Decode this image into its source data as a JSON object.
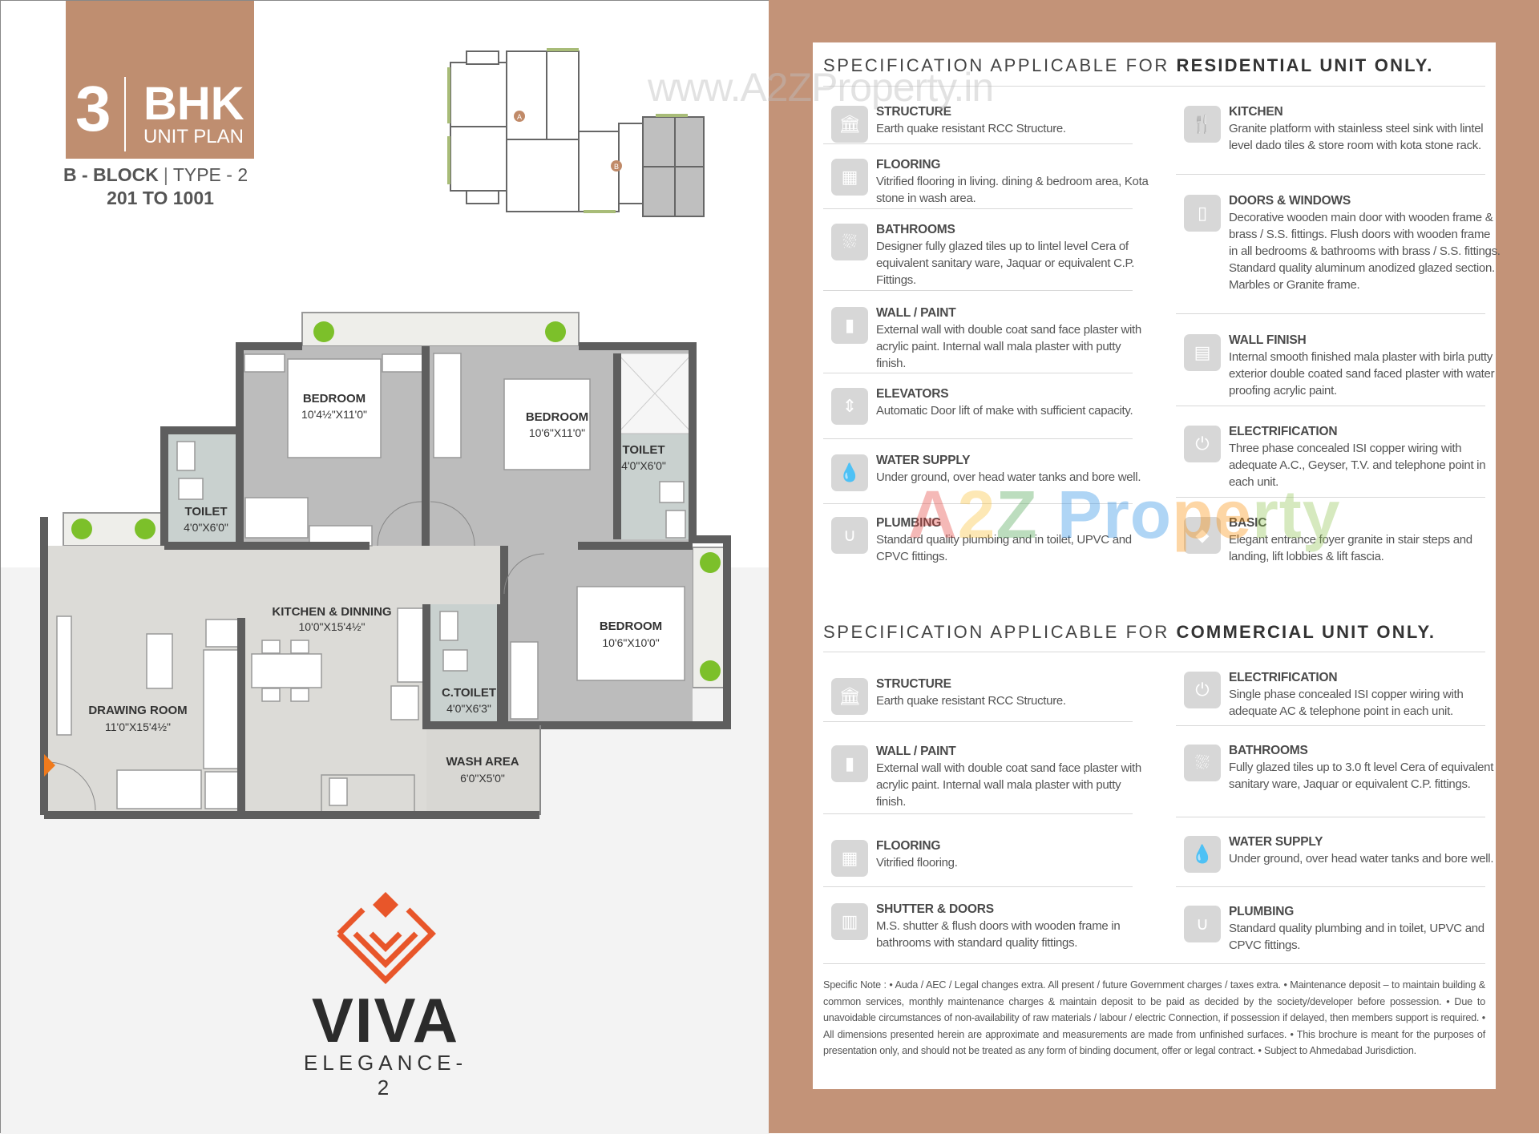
{
  "header": {
    "number": "3",
    "bhk": "BHK",
    "unit_plan": "UNIT PLAN",
    "block": "B - BLOCK",
    "type": "TYPE - 2",
    "units": "201 TO 1001",
    "key_labels": [
      "A",
      "B"
    ]
  },
  "watermarks": {
    "top": "www.A2ZProperty.in",
    "center": "A2Z Property"
  },
  "rooms": [
    {
      "name": "BEDROOM",
      "size": "10'4½\"X11'0\""
    },
    {
      "name": "BEDROOM",
      "size": "10'6\"X11'0\""
    },
    {
      "name": "TOILET",
      "size": "4'0\"X6'0\""
    },
    {
      "name": "TOILET",
      "size": "4'0\"X6'0\""
    },
    {
      "name": "KITCHEN & DINNING",
      "size": "10'0\"X15'4½\""
    },
    {
      "name": "DRAWING ROOM",
      "size": "11'0\"X15'4½\""
    },
    {
      "name": "BEDROOM",
      "size": "10'6\"X10'0\""
    },
    {
      "name": "C.TOILET",
      "size": "4'0\"X6'3\""
    },
    {
      "name": "WASH AREA",
      "size": "6'0\"X5'0\""
    }
  ],
  "logo": {
    "name": "VIVA",
    "sub": "ELEGANCE-2"
  },
  "colors": {
    "brand_brown": "#c39378",
    "header_brown": "#bf8e70",
    "logo_orange": "#e8562a",
    "plant_green": "#7cc02a"
  },
  "residential": {
    "title_light": "SPECIFICATION APPLICABLE FOR ",
    "title_bold": "RESIDENTIAL UNIT ONLY.",
    "left": [
      {
        "icon": "building-icon",
        "title": "STRUCTURE",
        "desc": "Earth quake resistant RCC Structure."
      },
      {
        "icon": "floor-tiles-icon",
        "title": "FLOORING",
        "desc": "Vitrified flooring in living. dining & bedroom area, Kota stone in wash area."
      },
      {
        "icon": "bathtub-icon",
        "title": "BATHROOMS",
        "desc": "Designer fully glazed tiles up to lintel level Cera of equivalent sanitary ware, Jaquar or equivalent C.P. Fittings."
      },
      {
        "icon": "paint-roller-icon",
        "title": "WALL / PAINT",
        "desc": "External wall with double coat sand face plaster with acrylic paint. Internal wall mala plaster with putty finish."
      },
      {
        "icon": "elevator-icon",
        "title": "ELEVATORS",
        "desc": "Automatic Door lift of make with sufficient capacity."
      },
      {
        "icon": "water-drop-icon",
        "title": "WATER SUPPLY",
        "desc": "Under ground, over head water tanks and bore well."
      },
      {
        "icon": "pipe-icon",
        "title": "PLUMBING",
        "desc": "Standard quality plumbing and in toilet, UPVC and CPVC fittings."
      }
    ],
    "right": [
      {
        "icon": "fork-knife-icon",
        "title": "KITCHEN",
        "desc": "Granite platform with stainless steel sink with lintel level dado tiles & store room with kota stone rack."
      },
      {
        "icon": "door-window-icon",
        "title": "DOORS & WINDOWS",
        "desc": "Decorative wooden main door with wooden frame & brass / S.S. fittings. Flush doors with wooden frame in all bedrooms & bathrooms with brass / S.S. fittings. Standard quality aluminum anodized glazed section. Marbles or Granite frame."
      },
      {
        "icon": "brick-wall-icon",
        "title": "WALL FINISH",
        "desc": "Internal smooth finished mala plaster with birla putty exterior double coated sand faced plaster with water proofing acrylic paint."
      },
      {
        "icon": "plug-icon",
        "title": "ELECTRIFICATION",
        "desc": "Three phase concealed ISI copper wiring with adequate A.C., Geyser, T.V. and telephone point in each unit."
      },
      {
        "icon": "tile-icon",
        "title": "BASIC",
        "desc": "Elegant entrance foyer granite in stair steps and landing, lift lobbies & lift fascia."
      }
    ]
  },
  "commercial": {
    "title_light": "SPECIFICATION APPLICABLE FOR ",
    "title_bold": "COMMERCIAL UNIT ONLY.",
    "left": [
      {
        "icon": "building-icon",
        "title": "STRUCTURE",
        "desc": "Earth quake resistant RCC Structure."
      },
      {
        "icon": "paint-roller-icon",
        "title": "WALL / PAINT",
        "desc": "External wall with double coat sand face plaster with acrylic paint. Internal wall mala plaster with putty finish."
      },
      {
        "icon": "floor-tiles-icon",
        "title": "FLOORING",
        "desc": "Vitrified flooring."
      },
      {
        "icon": "shutter-icon",
        "title": "SHUTTER & DOORS",
        "desc": "M.S. shutter & flush doors with wooden frame in bathrooms with standard quality fittings."
      }
    ],
    "right": [
      {
        "icon": "plug-icon",
        "title": "ELECTRIFICATION",
        "desc": "Single phase concealed ISI copper wiring with adequate AC & telephone point in each unit."
      },
      {
        "icon": "bathtub-icon",
        "title": "BATHROOMS",
        "desc": "Fully glazed tiles up to 3.0 ft level Cera of equivalent sanitary ware, Jaquar or equivalent C.P. fittings."
      },
      {
        "icon": "water-drop-icon",
        "title": "WATER SUPPLY",
        "desc": "Under ground, over head water tanks and bore well."
      },
      {
        "icon": "pipe-icon",
        "title": "PLUMBING",
        "desc": "Standard quality plumbing and in toilet, UPVC and CPVC fittings."
      }
    ]
  },
  "note": "Specific Note  :  •  Auda / AEC / Legal changes extra. All present / future Government charges / taxes extra.  •  Maintenance deposit – to maintain building & common services, monthly maintenance charges & maintain deposit to be paid as decided by the society/developer before possession.  •  Due to unavoidable circumstances of non-availability of raw materials / labour / electric Connection, if possession if delayed, then members support is required.  •  All dimensions presented herein are approximate and measurements are made from unfinished surfaces.  •  This brochure is meant for the purposes of presentation only, and should not be treated as any form of binding document, offer or legal contract. • Subject to Ahmedabad Jurisdiction."
}
